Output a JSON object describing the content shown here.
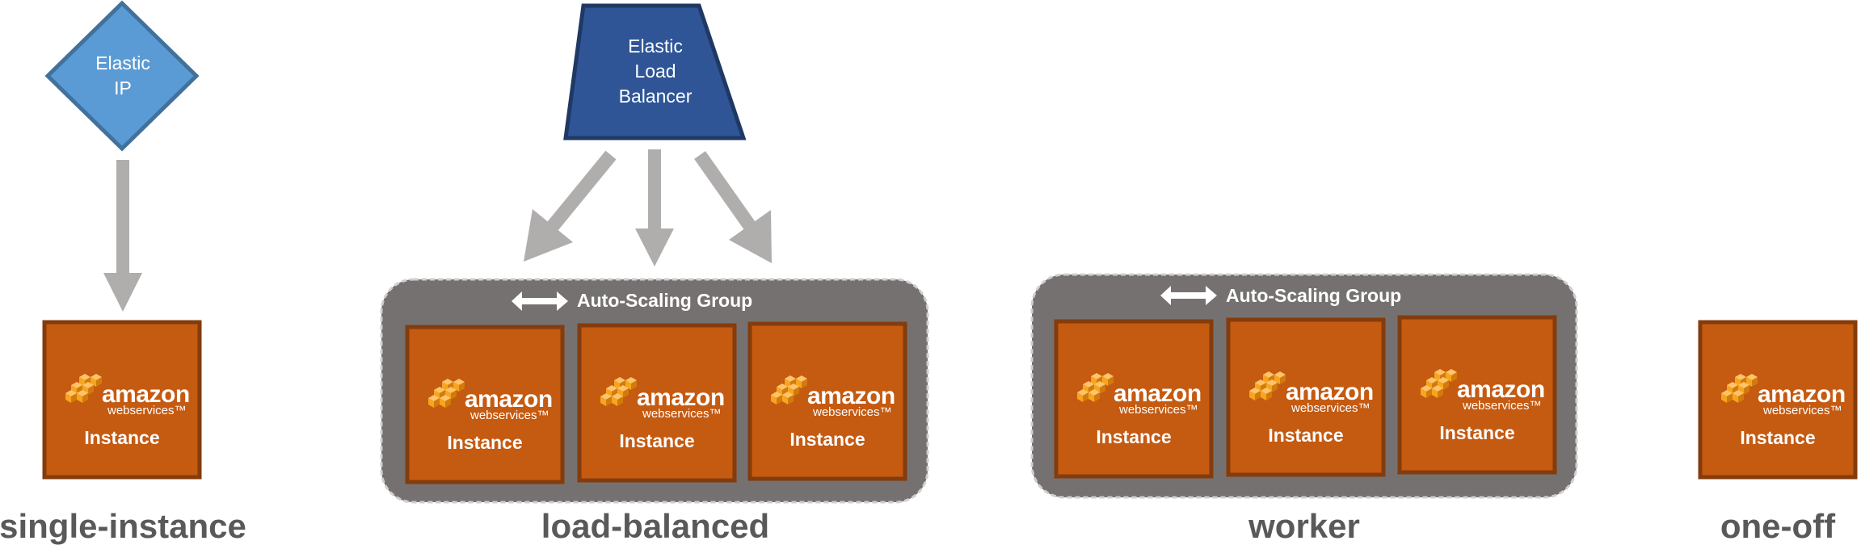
{
  "elastic_ip": {
    "line1": "Elastic",
    "line2": "IP"
  },
  "load_balancer": {
    "line1": "Elastic",
    "line2": "Load",
    "line3": "Balancer"
  },
  "instance": {
    "logo_word": "amazon",
    "logo_sub": "webservices™",
    "label": "Instance"
  },
  "auto_scaling_group": {
    "label": "Auto-Scaling Group"
  },
  "tiers": {
    "single_instance": "single-instance",
    "load_balanced": "load-balanced",
    "worker": "worker",
    "one_off": "one-off"
  },
  "colors": {
    "elastic_ip_fill": "#5b9bd5",
    "elastic_ip_border": "#41719c",
    "load_balancer_fill": "#2f5597",
    "load_balancer_border": "#1f3864",
    "instance_fill": "#c55a11",
    "instance_border": "#843c0c",
    "group_fill": "#767171",
    "arrow": "#b0adad",
    "tier_label": "#595959"
  }
}
